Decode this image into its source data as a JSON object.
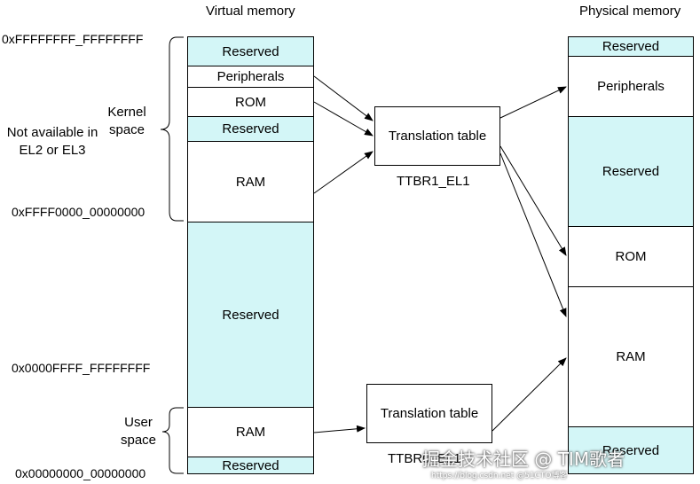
{
  "titles": {
    "virtual": "Virtual memory",
    "physical": "Physical memory"
  },
  "addresses": {
    "top": "0xFFFFFFFF_FFFFFFFF",
    "kernel_base": "0xFFFF0000_00000000",
    "user_top": "0x0000FFFF_FFFFFFFF",
    "bottom": "0x00000000_00000000"
  },
  "side_labels": {
    "kernel": "Kernel space",
    "not_available": "Not available in EL2 or EL3",
    "user": "User space"
  },
  "virtual_blocks": {
    "reserved_top": "Reserved",
    "peripherals": "Peripherals",
    "rom": "ROM",
    "reserved_kernel": "Reserved",
    "ram_kernel": "RAM",
    "reserved_mid": "Reserved",
    "ram_user": "RAM",
    "reserved_bottom": "Reserved"
  },
  "translation": {
    "kernel_label": "Translation table",
    "kernel_reg": "TTBR1_EL1",
    "user_label": "Translation table",
    "user_reg": "TTBR0_EL1"
  },
  "physical_blocks": {
    "reserved_top": "Reserved",
    "peripherals": "Peripherals",
    "reserved": "Reserved",
    "rom": "ROM",
    "ram": "RAM",
    "reserved_bottom": "Reserved"
  },
  "colors": {
    "reserved_fill": "#d3f6f7",
    "line": "#000000"
  },
  "watermark": {
    "main": "掘金技术社区 @ TIM歌者",
    "sub": "https://blog.csdn.net @51CTO博客"
  }
}
